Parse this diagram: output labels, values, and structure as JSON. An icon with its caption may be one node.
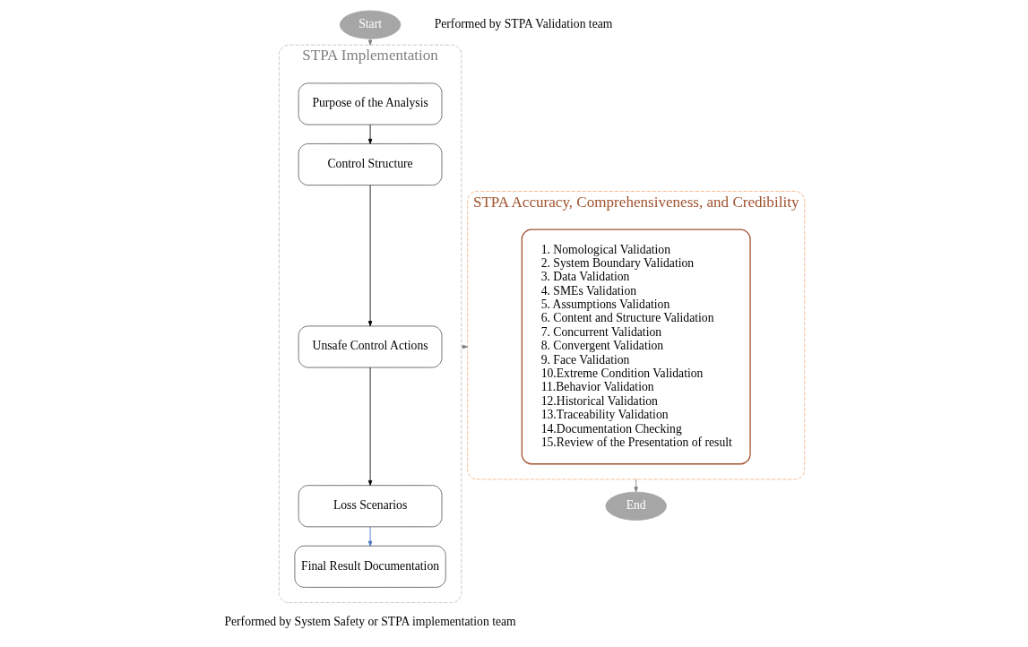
{
  "diagram": {
    "nodes": [
      {
        "text": [
          "Start"
        ]
      },
      {
        "text": [
          "STPA Implementation"
        ]
      },
      {
        "text": [
          "Purpose of the Analysis"
        ],
        "in": 1
      },
      {
        "text": [
          "Control Structure"
        ],
        "in": 1
      },
      {
        "text": [
          "Unsafe Control Actions"
        ],
        "in": 1
      },
      {
        "text": [
          "Loss Scenarios"
        ],
        "in": 1
      },
      {
        "text": [
          "Final Result Documentation"
        ],
        "in": 1
      },
      {
        "text": [
          "STPA Accuracy, Comprehensiveness, and Credibility"
        ]
      },
      {
        "text": [
          "1. Nomological Validation",
          "2. System Boundary Validation",
          "3. Data Validation",
          "4. SMEs Validation",
          "5. Assumptions Validation",
          "6. Content and Structure Validation",
          "7. Concurrent Validation",
          "8. Convergent Validation",
          "9. Face Validation",
          "10.Extreme Condition Validation",
          "11.Behavior Validation",
          "12.Historical Validation",
          "13.Traceability Validation",
          "14.Documentation Checking",
          "15.Review of the Presentation of result"
        ],
        "in": 7
      },
      {
        "text": [
          "End"
        ]
      }
    ],
    "edges": [
      {
        "from": 0,
        "to": 1,
        "arrow": "to",
        "color": "#7f7f7f"
      },
      {
        "from": 2,
        "to": 3,
        "arrow": "to",
        "color": "#000000"
      },
      {
        "from": 3,
        "to": 4,
        "arrow": "to",
        "color": "#000000"
      },
      {
        "from": 4,
        "to": 5,
        "arrow": "to",
        "color": "#000000"
      },
      {
        "from": 5,
        "to": 6,
        "arrow": "to",
        "color": "#4472c4"
      },
      {
        "from": 1,
        "to": 7,
        "arrow": "to",
        "color": "#7f7f7f"
      },
      {
        "from": 7,
        "to": 9,
        "arrow": "to",
        "color": "#7f7f7f"
      }
    ],
    "labels": [
      "Performed by STPA Validation team",
      "Performed by System Safety or STPA implementation team"
    ]
  }
}
